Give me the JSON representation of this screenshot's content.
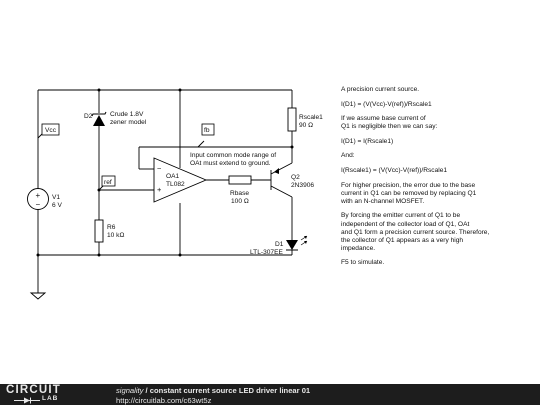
{
  "schematic": {
    "net_labels": {
      "vcc": "Vcc",
      "fb": "fb",
      "ref": "ref"
    },
    "v1": {
      "name": "V1",
      "value": "6 V"
    },
    "d2": {
      "name": "D2",
      "desc_line1": "Crude 1.8V",
      "desc_line2": "zener model"
    },
    "rscale1": {
      "name": "Rscale1",
      "value": "90 Ω"
    },
    "oa1": {
      "name": "OA1",
      "part": "TL082",
      "plus": "+",
      "minus": "−"
    },
    "note_line1": "Input common mode range of",
    "note_line2": "OAt must extend to ground.",
    "q2": {
      "name": "Q2",
      "part": "2N3906"
    },
    "rbase": {
      "name": "Rbase",
      "value": "100 Ω"
    },
    "r6": {
      "name": "R6",
      "value": "10 kΩ"
    },
    "d1": {
      "name": "D1",
      "part": "LTL-307EE"
    }
  },
  "notes": [
    "A precision current source.",
    "I(D1) = (V(Vcc)-V(ref))/Rscale1",
    "If we assume base current of\nQ1 is negligible then we can say:",
    "I(D1) = I(Rscale1)",
    "And:",
    "I(Rscale1) = (V(Vcc)-V(ref))/Rscale1",
    "For higher precision, the error due to the base\ncurrent in Q1 can be removed by replacing Q1\nwith an N-channel MOSFET.",
    "By forcing the emitter current of Q1 to be\nindependent of the collector load of Q1, OAt\nand Q1 form a precision current source. Therefore,\nthe collector of Q1 appears as a very high\nimpedance.",
    "F5 to simulate."
  ],
  "footer": {
    "logo_top": "CIRCUIT",
    "logo_bottom": "LAB",
    "author": "signality",
    "separator": " / ",
    "title": "constant current source LED driver linear 01",
    "url": "http://circuitlab.com/c63wt5z"
  }
}
